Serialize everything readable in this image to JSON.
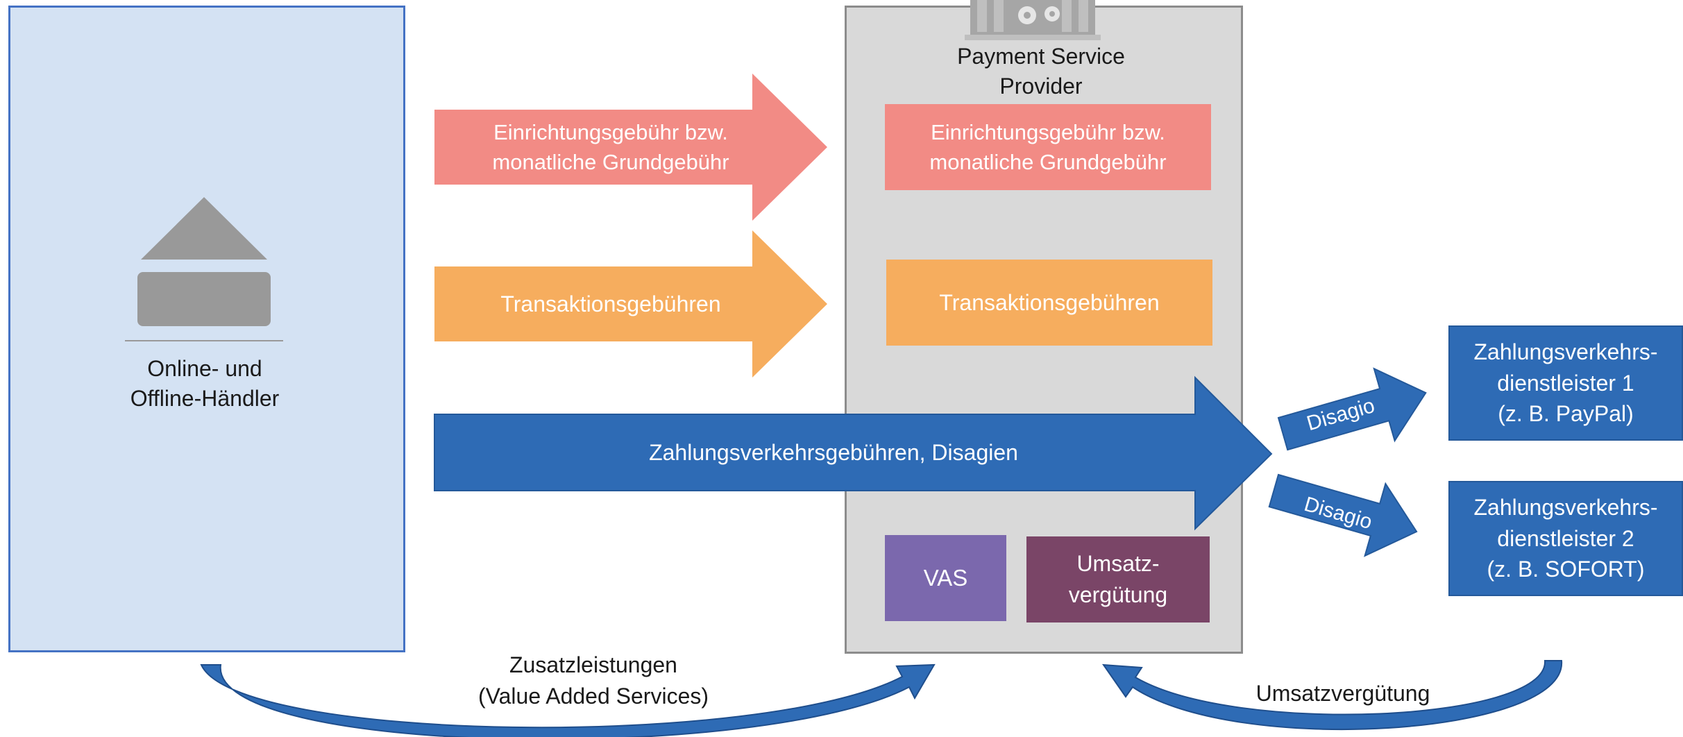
{
  "merchant": {
    "label_line1": "Online- und",
    "label_line2": "Offline-Händler"
  },
  "psp": {
    "label_line1": "Payment Service",
    "label_line2": "Provider"
  },
  "arrows": {
    "setup_fee": {
      "line1": "Einrichtungsgebühr bzw.",
      "line2": "monatliche Grundgebühr"
    },
    "transaction_fees": {
      "label": "Transaktionsgebühren"
    },
    "payment_fees": {
      "label": "Zahlungsverkehrsgebühren, Disagien"
    },
    "disagio_1": {
      "label": "Disagio"
    },
    "disagio_2": {
      "label": "Disagio"
    }
  },
  "psp_boxes": {
    "setup_fee": {
      "line1": "Einrichtungsgebühr bzw.",
      "line2": "monatliche Grundgebühr"
    },
    "transaction_fees": {
      "label": "Transaktionsgebühren"
    },
    "vas": {
      "label": "VAS"
    },
    "revenue_share": {
      "line1": "Umsatz-",
      "line2": "vergütung"
    }
  },
  "providers": [
    {
      "line1": "Zahlungsverkehrs-",
      "line2": "dienstleister 1",
      "line3": "(z. B. PayPal)"
    },
    {
      "line1": "Zahlungsverkehrs-",
      "line2": "dienstleister 2",
      "line3": "(z. B. SOFORT)"
    }
  ],
  "bottom": {
    "vas_line1": "Zusatzleistungen",
    "vas_line2": "(Value Added Services)",
    "revenue_share": "Umsatzvergütung"
  },
  "colors": {
    "salmon": "#f28b85",
    "orange": "#f6ad5e",
    "blue": "#2e6bb5",
    "purple": "#7b68ad",
    "plum": "#7a4567",
    "merchant_bg": "#d4e2f3",
    "psp_bg": "#d9d9d9"
  }
}
